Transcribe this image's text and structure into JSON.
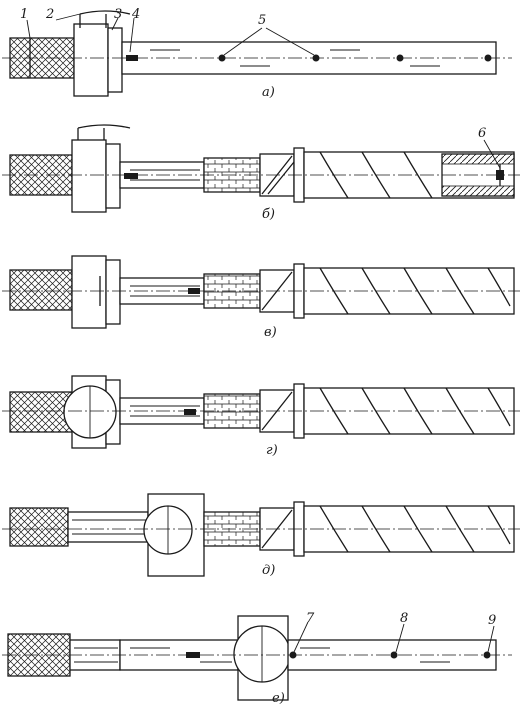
{
  "figure": {
    "callouts": [
      "1",
      "2",
      "3",
      "4",
      "5",
      "6",
      "7",
      "8",
      "9"
    ],
    "stage_labels": [
      "а)",
      "б)",
      "в)",
      "г)",
      "д)",
      "е)"
    ]
  }
}
